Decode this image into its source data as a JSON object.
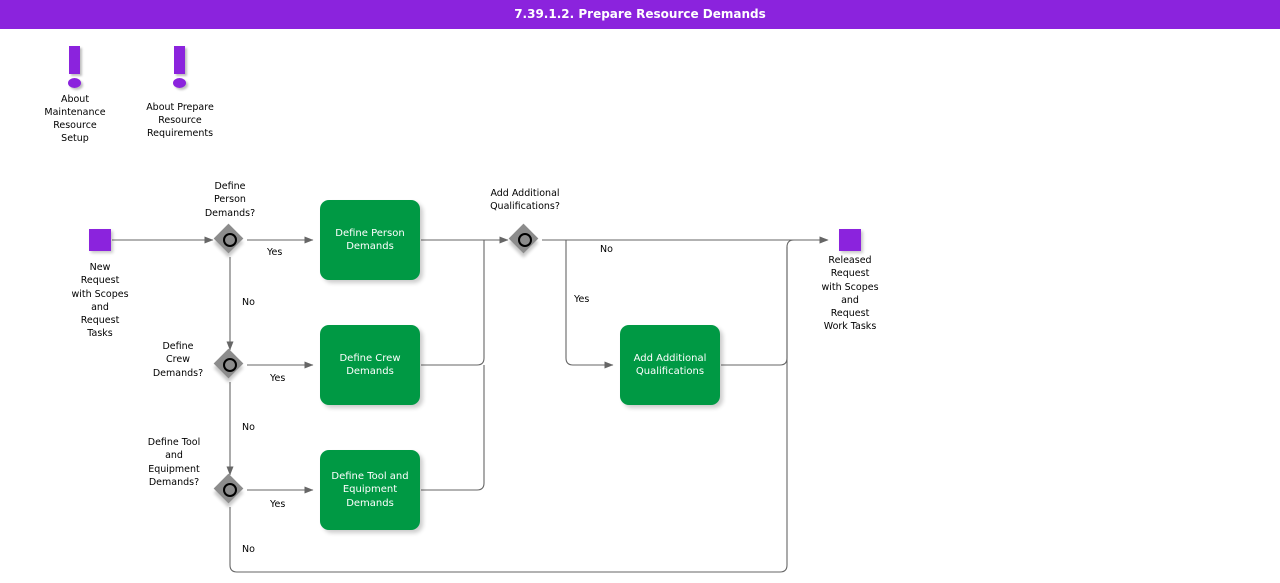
{
  "header": {
    "title": "7.39.1.2. Prepare Resource Demands",
    "background_color": "#8b23dd",
    "text_color": "#ffffff"
  },
  "colors": {
    "accent_purple": "#8b23dd",
    "task_green": "#009944",
    "gateway_gray": "#8c8c8c",
    "flow_line": "#666666",
    "canvas": "#ffffff"
  },
  "annotations": [
    {
      "name": "about-maintenance-resource-setup",
      "icon": "exclamation-icon",
      "label": "About\nMaintenance\nResource\nSetup"
    },
    {
      "name": "about-prepare-resource-requirements",
      "icon": "exclamation-icon",
      "label": "About Prepare\nResource\nRequirements"
    }
  ],
  "events": [
    {
      "name": "start-event",
      "type": "start",
      "label": "New\nRequest\nwith Scopes\nand\nRequest\nTasks"
    },
    {
      "name": "end-event",
      "type": "end",
      "label": "Released\nRequest\nwith Scopes\nand\nRequest\nWork Tasks"
    }
  ],
  "gateways": [
    {
      "name": "gateway-define-person-demands",
      "type": "inclusive",
      "label": "Define\nPerson\nDemands?"
    },
    {
      "name": "gateway-define-crew-demands",
      "type": "inclusive",
      "label": "Define\nCrew\nDemands?"
    },
    {
      "name": "gateway-define-tool-and-equipment-demands",
      "type": "inclusive",
      "label": "Define Tool\nand\nEquipment\nDemands?"
    },
    {
      "name": "gateway-add-additional-qualifications",
      "type": "inclusive",
      "label": "Add Additional\nQualifications?"
    }
  ],
  "tasks": [
    {
      "name": "task-define-person-demands",
      "label": "Define Person\nDemands"
    },
    {
      "name": "task-define-crew-demands",
      "label": "Define Crew\nDemands"
    },
    {
      "name": "task-define-tool-and-equipment-demands",
      "label": "Define Tool and\nEquipment\nDemands"
    },
    {
      "name": "task-add-additional-qualifications",
      "label": "Add Additional\nQualifications"
    }
  ],
  "flow_labels": {
    "person_yes": "Yes",
    "person_no": "No",
    "crew_yes": "Yes",
    "crew_no": "No",
    "tool_yes": "Yes",
    "tool_no": "No",
    "qualifications_no": "No",
    "qualifications_yes": "Yes"
  }
}
